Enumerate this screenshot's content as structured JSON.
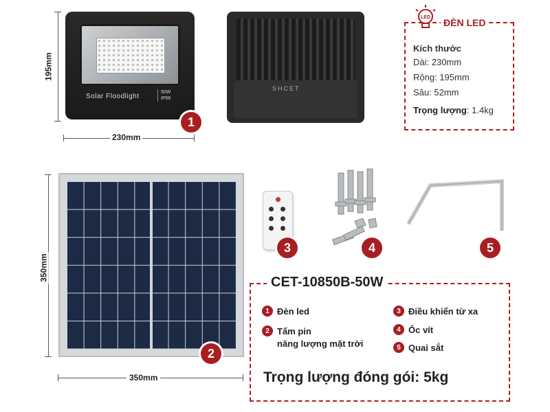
{
  "floodlight": {
    "brand_text": "Solar Floodlight",
    "spec_watt": "50W",
    "spec_ip": "IP66",
    "back_brand": "SHCET",
    "height_label": "195mm",
    "width_label": "230mm"
  },
  "panel": {
    "height_label": "350mm",
    "width_label": "350mm"
  },
  "badges": [
    "1",
    "2",
    "3",
    "4",
    "5"
  ],
  "led_info": {
    "title": "ĐÈN LED",
    "icon_text": "LED",
    "size_heading": "Kích thước",
    "length": "Dài: 230mm",
    "width": "Rộng: 195mm",
    "depth": "Sâu: 52mm",
    "weight_label": "Trọng lượng",
    "weight_value": ": 1.4kg"
  },
  "product": {
    "model": "CET-10850B-50W",
    "items": [
      {
        "num": "1",
        "label": "Đèn led"
      },
      {
        "num": "2",
        "label": "Tấm pin",
        "label2": "năng lượng mặt trời"
      },
      {
        "num": "3",
        "label": "Điều khiển từ xa"
      },
      {
        "num": "4",
        "label": "Ốc vít"
      },
      {
        "num": "5",
        "label": "Quai sắt"
      }
    ],
    "package_weight": "Trọng lượng đóng gói:  5kg"
  },
  "colors": {
    "accent": "#a81e22",
    "frame_dark": "#1a1a1a",
    "panel_cell": "#1d2a45"
  }
}
